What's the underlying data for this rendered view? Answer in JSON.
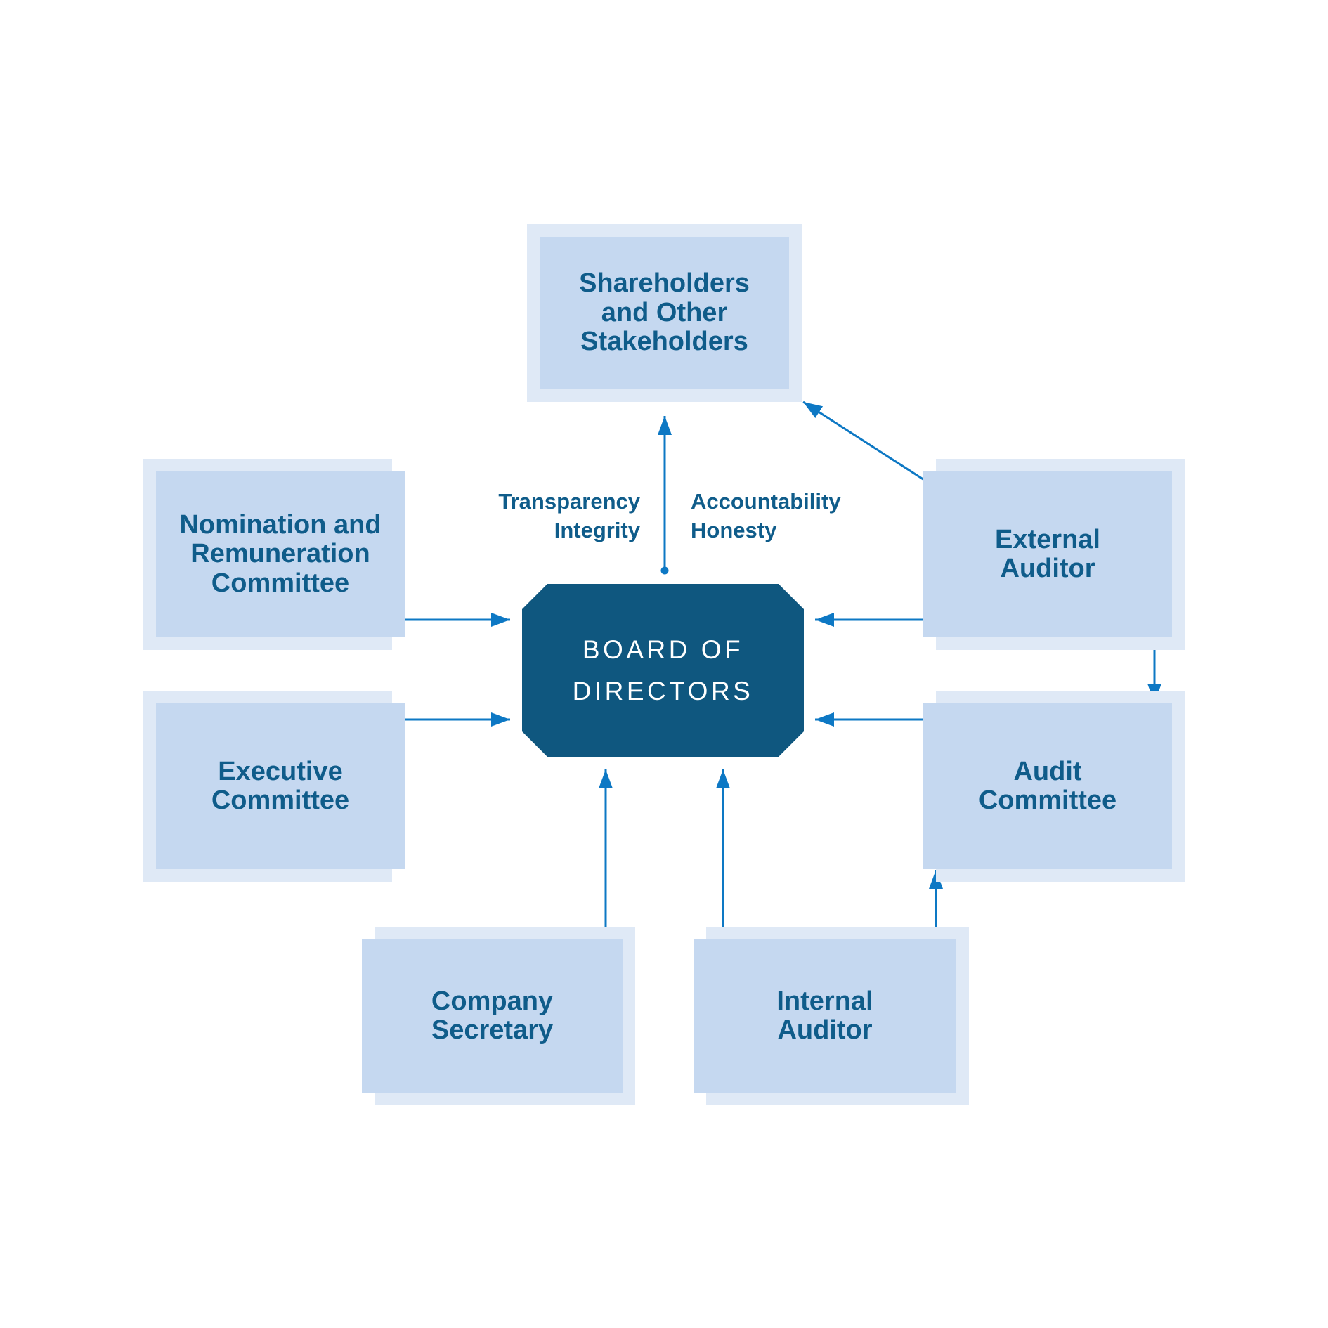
{
  "diagram": {
    "board": {
      "title": "BOARD OF\nDIRECTORS"
    },
    "nodes": {
      "shareholders": {
        "label": "Shareholders\nand Other\nStakeholders"
      },
      "nomination": {
        "label": "Nomination and\nRemuneration\nCommittee"
      },
      "executive": {
        "label": "Executive\nCommittee"
      },
      "external": {
        "label": "External\nAuditor"
      },
      "audit": {
        "label": "Audit\nCommittee"
      },
      "secretary": {
        "label": "Company\nSecretary"
      },
      "internal": {
        "label": "Internal\nAuditor"
      }
    },
    "principles": {
      "left": "Transparency\nIntegrity",
      "right": "Accountability\nHonesty"
    },
    "colors": {
      "node_fill": "#c5d8f0",
      "node_halo": "#dfe9f6",
      "board_fill": "#0f577f",
      "label_text": "#0f5c8a",
      "arrow": "#0d78c4"
    }
  }
}
